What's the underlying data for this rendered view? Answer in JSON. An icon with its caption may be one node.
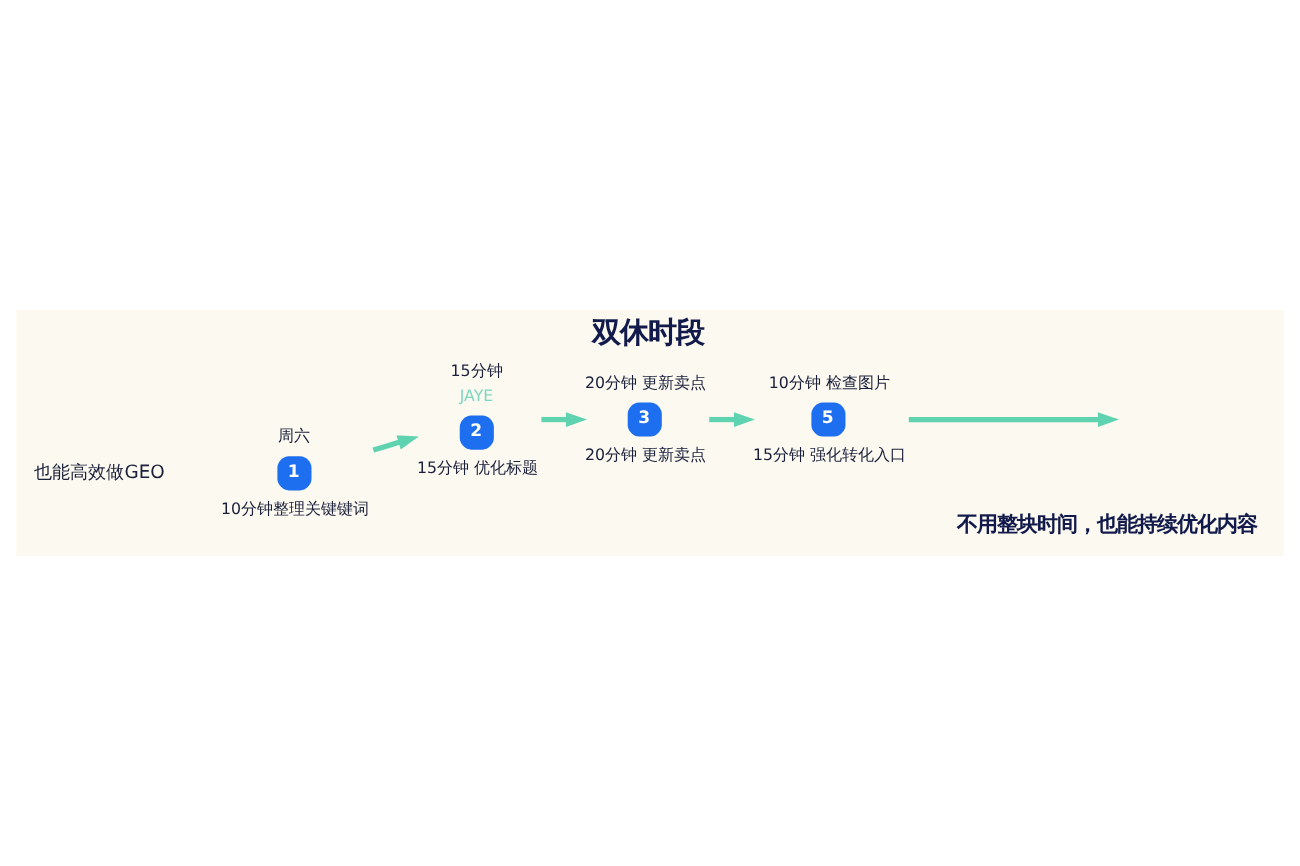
{
  "diagram": {
    "title": "双休时段",
    "nodes": [
      {
        "text": [
          "1"
        ],
        "beside": [
          "周六",
          "10分钟整理关键键词"
        ]
      },
      {
        "text": [
          "2"
        ],
        "beside": [
          "15分钟",
          "JAYE",
          "15分钟 优化标题"
        ]
      },
      {
        "text": [
          "3"
        ],
        "beside": [
          "20分钟 更新卖点",
          "20分钟 更新卖点"
        ]
      },
      {
        "text": [
          "5"
        ],
        "beside": [
          "10分钟 检查图片",
          "15分钟 强化转化入口"
        ]
      }
    ],
    "edges": [
      {
        "from": 0,
        "to": 1,
        "arrow": "to"
      },
      {
        "from": 1,
        "to": 2,
        "arrow": "to"
      },
      {
        "from": 2,
        "to": 3,
        "arrow": "to"
      },
      {
        "from": 3,
        "to": null,
        "arrow": "to"
      }
    ],
    "labels": [
      "也能高效做GEO",
      "不用整块时间，也能持续优化内容"
    ]
  }
}
